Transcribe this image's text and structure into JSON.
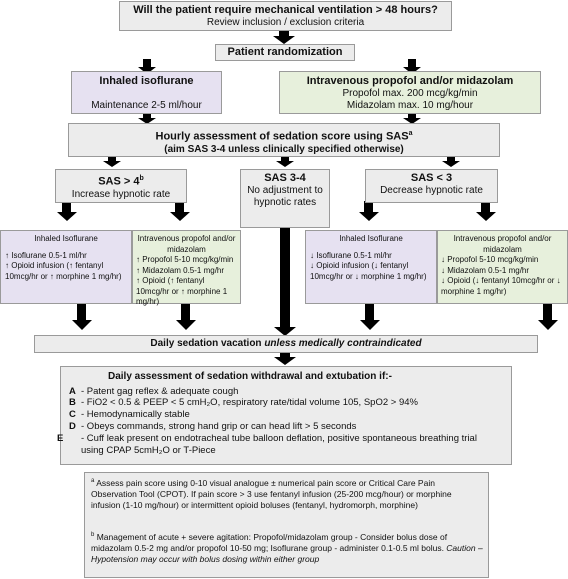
{
  "top": {
    "question": "Will the patient require mechanical ventilation > 48 hours?",
    "sub": "Review inclusion / exclusion criteria"
  },
  "randomization": "Patient randomization",
  "inhaled": {
    "title": "Inhaled isoflurane",
    "line": "Maintenance 2-5 ml/hour"
  },
  "iv": {
    "title": "Intravenous propofol and/or midazolam",
    "line1": "Propofol  max. 200 mcg/kg/min",
    "line2": "Midazolam  max. 10 mg/hour"
  },
  "hourly": {
    "line1": "Hourly assessment of sedation score using SAS",
    "sup": "a",
    "line2": "(aim SAS 3-4 unless clinically specified otherwise)"
  },
  "sas_high": {
    "title": "SAS > 4",
    "sup": "b",
    "line": "Increase hypnotic rate"
  },
  "sas_mid": {
    "title": "SAS 3-4",
    "line": "No adjustment to hypnotic rates"
  },
  "sas_low": {
    "title": "SAS < 3",
    "line": "Decrease hypnotic rate"
  },
  "inc_iso": {
    "title": "Inhaled Isoflurane",
    "l1": "↑ Isoflurane 0.5-1 ml/hr",
    "l2": "↑ Opioid infusion (↑ fentanyl 10mcg/hr or ↑ morphine 1 mg/hr)"
  },
  "inc_iv": {
    "title": "Intravenous propofol and/or midazolam",
    "l1": "↑ Propofol 5-10 mcg/kg/min",
    "l2": "↑ Midazolam 0.5-1 mg/hr",
    "l3": "↑ Opioid (↑ fentanyl 10mcg/hr or ↑ morphine 1 mg/hr)"
  },
  "dec_iso": {
    "title": "Inhaled Isoflurane",
    "l1": "↓ Isoflurane 0.5-1 ml/hr",
    "l2": "↓ Opioid infusion (↓ fentanyl 10mcg/hr or ↓ morphine 1 mg/hr)"
  },
  "dec_iv": {
    "title": "Intravenous propofol and/or midazolam",
    "l1": "↓ Propofol 5-10 mcg/kg/min",
    "l2": "↓ Midazolam 0.5-1 mg/hr",
    "l3": "↓ Opioid (↓ fentanyl 10mcg/hr or ↓ morphine 1 mg/hr)"
  },
  "vacation": {
    "bold": "Daily sedation vacation ",
    "italic": "unless medically contraindicated"
  },
  "withdrawal": {
    "title": "Daily assessment of sedation withdrawal and extubation if:-",
    "criteria": [
      {
        "key": "A",
        "text": "- Patent gag reflex & adequate cough"
      },
      {
        "key": "B",
        "text": "- FiO2 < 0.5 & PEEP < 5 cmH₂O, respiratory rate/tidal volume 105, SpO2 > 94%"
      },
      {
        "key": "C",
        "text": "- Hemodynamically stable"
      },
      {
        "key": "D",
        "text": "- Obeys commands, strong hand grip or can head lift > 5 seconds"
      },
      {
        "key": "E",
        "text": "- Cuff leak present on endotracheal tube balloon deflation, positive spontaneous breathing trial using CPAP 5cmH₂O or T-Piece"
      }
    ]
  },
  "footnotes": {
    "a_mark": "a",
    "a_text": " Assess pain score using 0-10 visual analogue ± numerical pain score or Critical Care Pain Observation Tool (CPOT).  If pain score > 3 use fentanyl infusion (25-200 mcg/hour) or morphine infusion (1-10 mg/hour) or intermittent opioid boluses (fentanyl, hydromorph, morphine)",
    "b_mark": "b",
    "b_text": " Management of acute + severe agitation: Propofol/midazolam group - Consider bolus dose of midazolam 0.5-2 mg and/or propofol 10-50 mg; Isoflurane group - administer 0.1-0.5 ml bolus.  ",
    "b_italic": "Caution – Hypotension may occur with bolus dosing within either group"
  }
}
